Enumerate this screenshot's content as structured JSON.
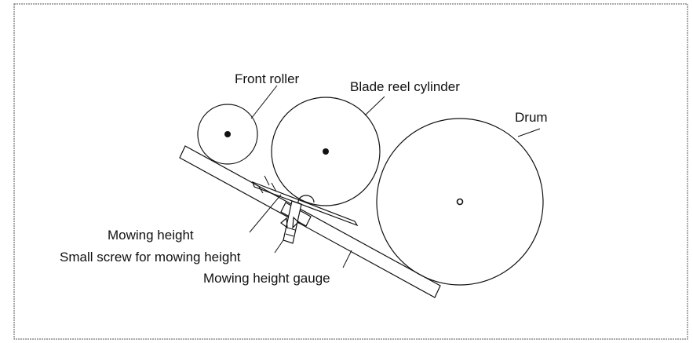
{
  "labels": {
    "front_roller": "Front roller",
    "blade_reel_cylinder": "Blade reel cylinder",
    "drum": "Drum",
    "mowing_height": "Mowing height",
    "small_screw": "Small screw for mowing height",
    "gauge": "Mowing height gauge"
  },
  "colors": {
    "ink": "#111111",
    "background": "#ffffff"
  }
}
